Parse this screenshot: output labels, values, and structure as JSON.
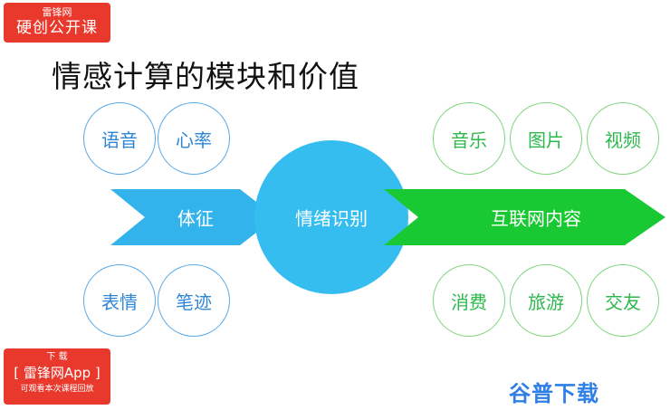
{
  "badge_top": {
    "line1": "雷锋网",
    "line2": "硬创公开课"
  },
  "title": "情感计算的模块和价值",
  "left_inputs": {
    "top": [
      "语音",
      "心率"
    ],
    "bottom": [
      "表情",
      "笔迹"
    ]
  },
  "left_arrow_label": "体征",
  "center_label": "情绪识别",
  "right_arrow_label": "互联网内容",
  "right_outputs": {
    "top": [
      "音乐",
      "图片",
      "视频"
    ],
    "bottom": [
      "消费",
      "旅游",
      "交友"
    ]
  },
  "colors": {
    "blue_ring": "#5aa9e6",
    "blue_text": "#2f86d6",
    "blue_arrow": "#33b3ec",
    "center_fill": "#35bdf0",
    "green_ring": "#7ed67e",
    "green_text": "#2db84d",
    "green_arrow": "#19c934",
    "badge": "#e9392c"
  },
  "badge_bottom": {
    "line1": "下 载",
    "line2": "[ 雷锋网App ]",
    "line3": "可观看本次课程回放"
  },
  "watermark": "谷普下载"
}
